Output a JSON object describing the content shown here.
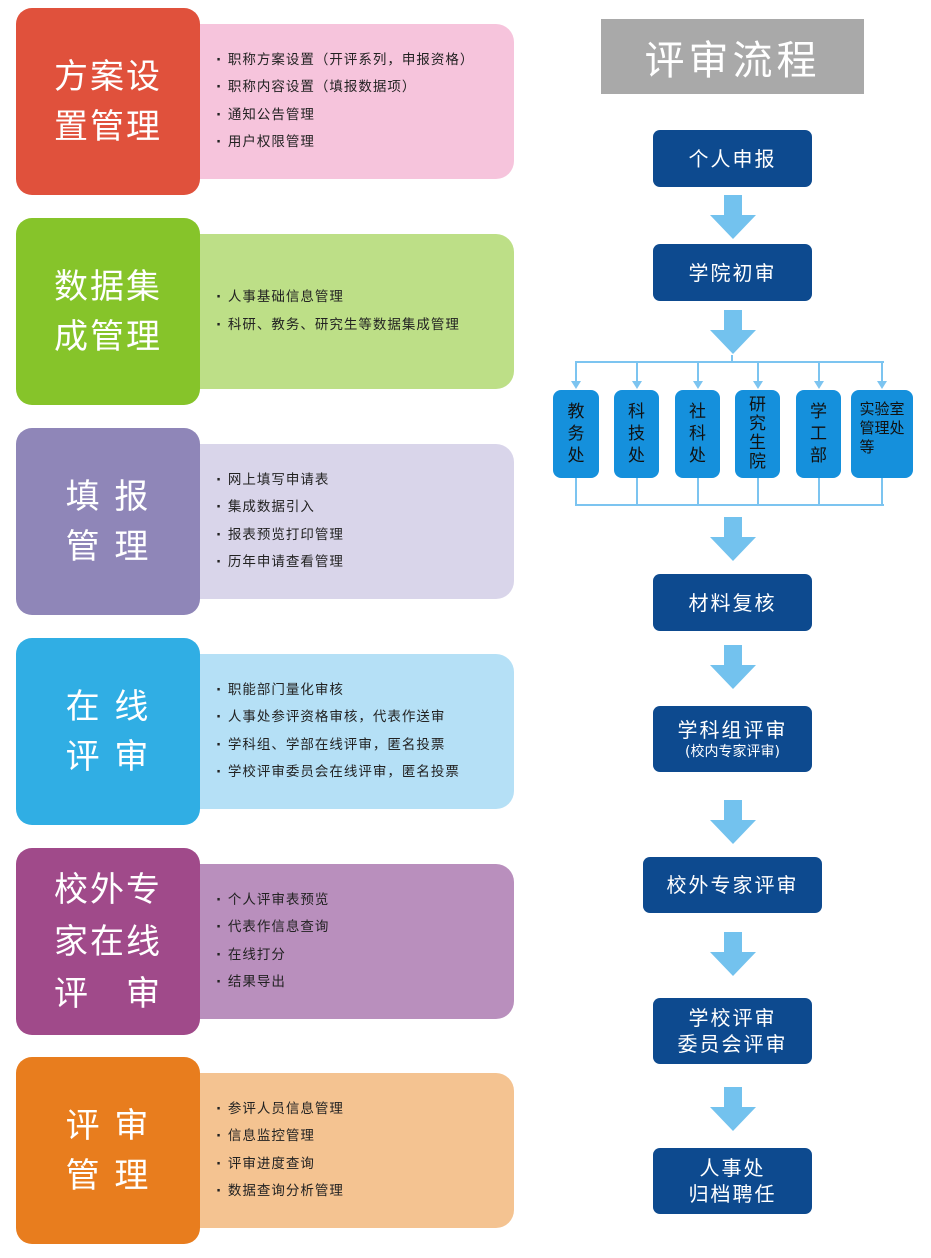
{
  "modules": [
    {
      "title": "方案设\n置管理",
      "color": "#e0513c",
      "panel_color": "#f6c4dc",
      "items": [
        "职称方案设置（开评系列，申报资格）",
        "职称内容设置（填报数据项）",
        "通知公告管理",
        "用户权限管理"
      ]
    },
    {
      "title": "数据集\n成管理",
      "color": "#86c42a",
      "panel_color": "#bddf87",
      "items": [
        "人事基础信息管理",
        "科研、教务、研究生等数据集成管理"
      ]
    },
    {
      "title": "填 报\n管 理",
      "color": "#8f86b8",
      "panel_color": "#d9d5ea",
      "items": [
        "网上填写申请表",
        "集成数据引入",
        "报表预览打印管理",
        "历年申请查看管理"
      ]
    },
    {
      "title": "在 线\n评 审",
      "color": "#30aee4",
      "panel_color": "#b5e0f6",
      "items": [
        "职能部门量化审核",
        "人事处参评资格审核，代表作送审",
        "学科组、学部在线评审，匿名投票",
        "学校评审委员会在线评审，匿名投票"
      ]
    },
    {
      "title": "校外专\n家在线\n评　审",
      "color": "#a04a8a",
      "panel_color": "#b98fbd",
      "items": [
        "个人评审表预览",
        "代表作信息查询",
        "在线打分",
        "结果导出"
      ]
    },
    {
      "title": "评 审\n管 理",
      "color": "#e87d1e",
      "panel_color": "#f4c391",
      "items": [
        "参评人员信息管理",
        "信息监控管理",
        "评审进度查询",
        "数据查询分析管理"
      ]
    }
  ],
  "flow": {
    "title": "评审流程",
    "steps": [
      {
        "label": "个人申报"
      },
      {
        "label": "学院初审"
      },
      {
        "label": "材料复核"
      },
      {
        "label": "学科组评审",
        "sub": "(校内专家评审)"
      },
      {
        "label": "校外专家评审"
      },
      {
        "label": "学校评审\n委员会评审"
      },
      {
        "label": "人事处\n归档聘任"
      }
    ],
    "departments": [
      "教\n务\n处",
      "科\n技\n处",
      "社\n科\n处",
      "研\n究\n生\n院",
      "学\n工\n部",
      "实验室\n管理处\n等"
    ]
  }
}
